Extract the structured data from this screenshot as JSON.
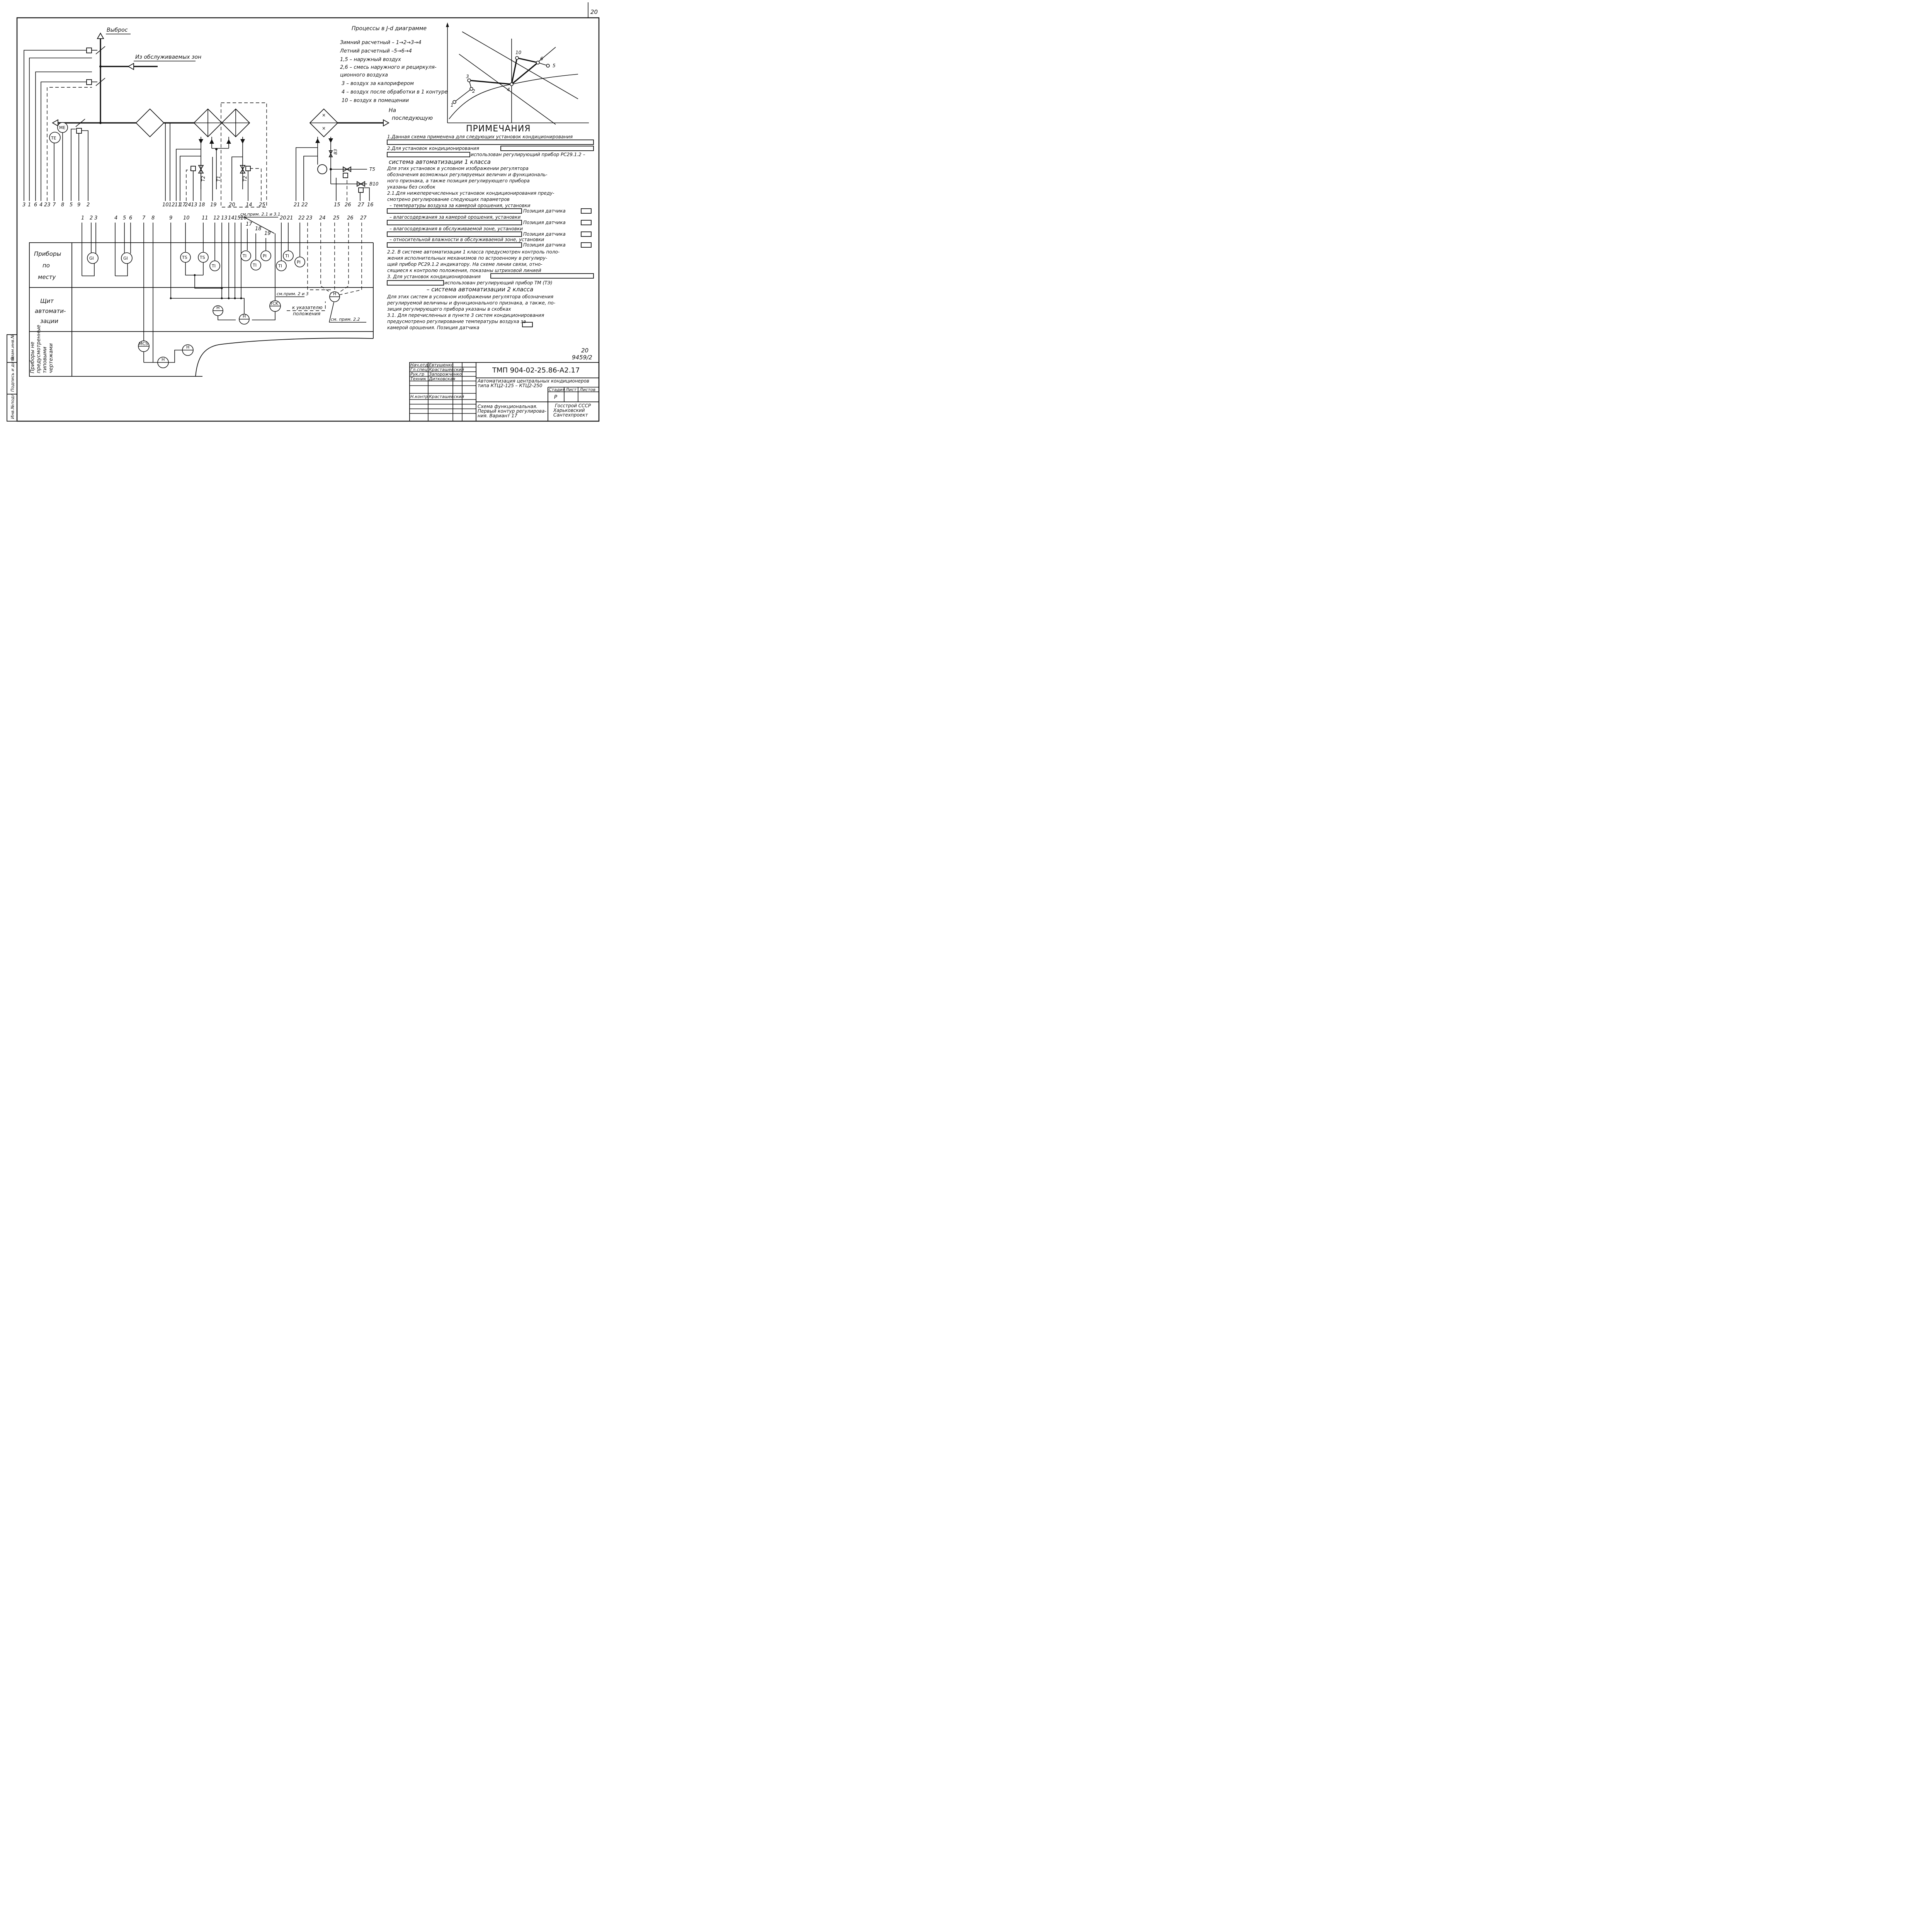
{
  "sheet": {
    "page_number": "20",
    "stamp_number": "20",
    "stamp_code": "9459/2"
  },
  "schema": {
    "exhaust_label": "Выброс",
    "from_zones_label": "Из обслуживаемых зон",
    "next_treatment_label": "На последующую обработку",
    "pipe_labels": [
      "Т5",
      "В10",
      "Т1",
      "Т2",
      "Т2",
      "В3"
    ],
    "line_numbers_left": [
      "3",
      "1",
      "6",
      "4",
      "23",
      "7",
      "8",
      "5",
      "9",
      "2"
    ],
    "line_numbers_mid": [
      "10",
      "12",
      "11",
      "17",
      "24",
      "13",
      "18",
      "19",
      "20",
      "14",
      "25"
    ],
    "line_numbers_right": [
      "21",
      "22",
      "15",
      "26",
      "27",
      "16"
    ],
    "sensors": {
      "me": "ME",
      "te": "TE"
    }
  },
  "jd_diagram": {
    "title": "Процессы в J-d диаграмме",
    "lines": [
      "Зимний расчетный – 1→2→3→4",
      "Летний расчетный  –5→6→4",
      "1,5 – наружный воздух",
      "2,6 – смесь наружного и рециркуля-",
      "ционного воздуха",
      "3 – воздух за калорифером",
      "4 – воздух после обработки в 1 контуре",
      "10 – воздух в помещении"
    ],
    "points": [
      "1",
      "2",
      "3",
      "4",
      "5",
      "6",
      "10"
    ]
  },
  "notes": {
    "heading": "ПРИМЕЧАНИЯ",
    "lines": [
      "1.Данная схема применена для следующих установок кондиционирования",
      "2.Для установок кондиционирования",
      "использован регулирующий прибор РС29.1.2 –",
      "система    автоматизации    1 класса",
      "Для этих установок в условном изображении регулятора",
      "обозначения возможных регулируемых величин и функциональ-",
      "ного признака, а также позиция регулирующего прибора",
      "указаны без скобок",
      "2.1.Для нижеперечисленных установок кондиционирования преду-",
      "смотрено регулирование следующих параметров",
      "– температуры воздуха за камерой орошения, установки",
      "Позиция датчика",
      "– влагосодержания за камерой орошения, установки",
      "Позиция датчика",
      "– влагосодержания в обслуживаемой зоне, установки",
      "Позиция датчика",
      "– относительной влажности в обслуживаемой зоне, установки",
      "Позиция датчика",
      "2.2. В системе автоматизации 1 класса предусмотрен контроль поло-",
      "жения исполнительных механизмов по встроенному в регулиру-",
      "щий прибор РС29.1.2 индикатору. На схеме линии связи, отно-",
      "сящиеся к контролю положения, показаны штриховой линией",
      "3. Для установок кондиционирования",
      "использован регулирующий прибор ТМ (ТЭ)",
      "– система   автоматизации   2 класса",
      "Для этих систем в условном изображении регулятора обозначения",
      "регулируемой величины и функционального признака, а также, по-",
      "зиция регулирующего прибора указаны в скобках",
      "3.1. Для перечисленных в пункте 3 систем кондиционирования",
      "предусмотрено регулирование температуры воздуха за",
      "камерой орошения. Позиция датчика"
    ]
  },
  "table": {
    "rows": [
      "Приборы по месту",
      "Щит автомати- зации",
      "Приборы не предусмотренные типовыми чертежами"
    ],
    "column_numbers": [
      "1",
      "2",
      "3",
      "4",
      "5",
      "6",
      "7",
      "8",
      "9",
      "10",
      "11",
      "12",
      "13",
      "14",
      "15",
      "16",
      "17",
      "18",
      "19",
      "20",
      "21",
      "22",
      "23",
      "24",
      "25",
      "26",
      "27"
    ],
    "note_ref_1": "см.прим. 2.1 и 3.1",
    "note_ref_2": "см.прим. 2 и 3",
    "note_ref_3": "см. прим. 2.2",
    "position_label": "к указателю положения",
    "instruments": [
      "GI",
      "GI",
      "TS",
      "TS",
      "TI",
      "TI",
      "TI",
      "PI",
      "TI",
      "TI",
      "PI",
      "H",
      "TCK",
      "H",
      "H",
      "MCS",
      "H",
      "H"
    ]
  },
  "sidebar": {
    "cells": [
      "Инв.№подл",
      "Подпись и дата",
      "Взам.инв.№"
    ]
  },
  "title_block": {
    "document_code": "ТМП 904-02-25.86-А2.17",
    "description": "Автоматизация центральных кондиционеров типа КТЦ2-125 – КТЦ2-250",
    "drawing_title": "Схема функциональная. Первый контур регулирова- ния. Вариант 17",
    "organization": "Госстрой СССР Харьковский Сантехпроект",
    "stage_header": "Стадия",
    "sheet_header": "Лист",
    "sheets_header": "Листов",
    "stage_value": "Р",
    "signatories": [
      {
        "role": "Нач.отд",
        "name": "Евтушенко"
      },
      {
        "role": "Гл.спец",
        "name": "Красташевский"
      },
      {
        "role": "Рук.гр",
        "name": "Запорожченко"
      },
      {
        "role": "Техник",
        "name": "Дитковская"
      },
      {
        "role": "Н.контр",
        "name": "Красташевский"
      }
    ]
  }
}
